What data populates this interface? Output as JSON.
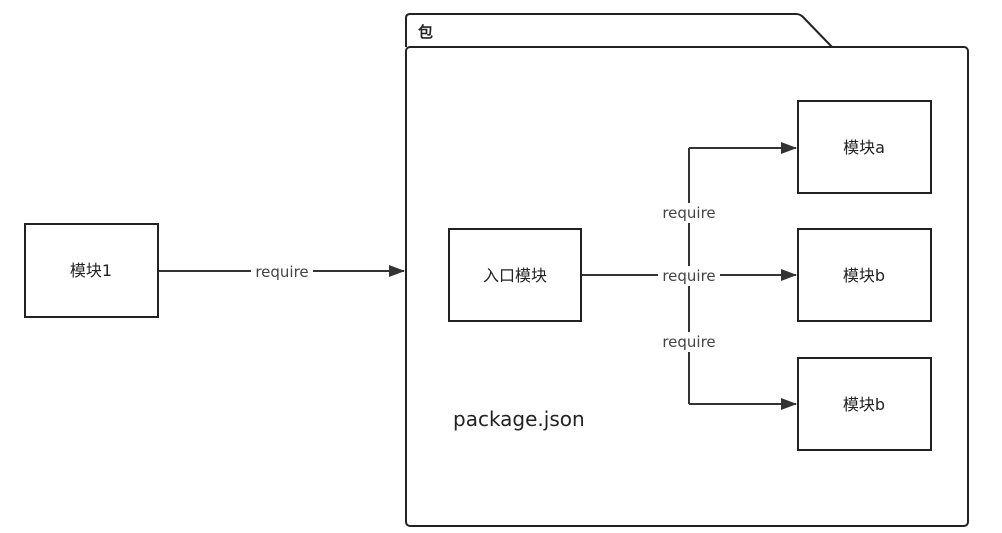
{
  "package": {
    "title": "包",
    "note": "package.json"
  },
  "nodes": {
    "module1": "模块1",
    "entry": "入口模块",
    "module_a": "模块a",
    "module_b1": "模块b",
    "module_b2": "模块b"
  },
  "edges": {
    "module1_to_package": "require",
    "entry_to_a": "require",
    "entry_to_b1": "require",
    "entry_to_b2": "require"
  },
  "colors": {
    "stroke": "#222222",
    "edge": "#333333",
    "background": "#ffffff"
  }
}
